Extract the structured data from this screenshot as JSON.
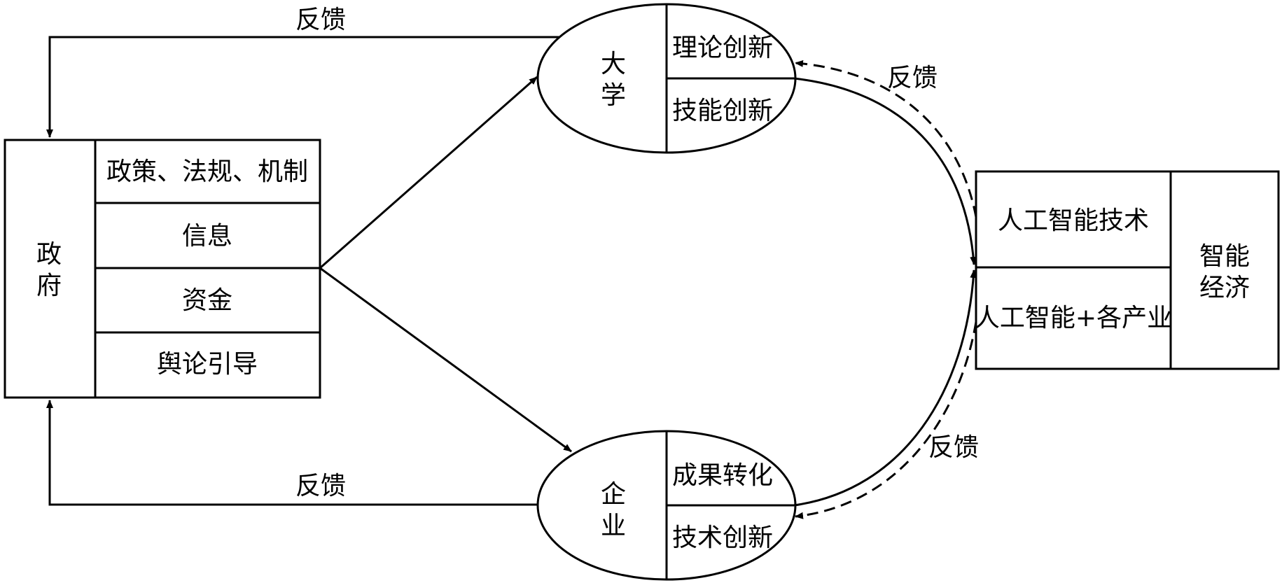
{
  "government": {
    "title_line1": "政",
    "title_line2": "府",
    "items": [
      "政策、法规、机制",
      "信息",
      "资金",
      "舆论引导"
    ]
  },
  "university": {
    "title_line1": "大",
    "title_line2": "学",
    "items": [
      "理论创新",
      "技能创新"
    ]
  },
  "enterprise": {
    "title_line1": "企",
    "title_line2": "业",
    "items": [
      "成果转化",
      "技术创新"
    ]
  },
  "smart_economy": {
    "title_line1": "智能",
    "title_line2": "经济",
    "items": [
      "人工智能技术",
      "人工智能+各产业"
    ]
  },
  "feedback_labels": {
    "top_left": "反馈",
    "bottom_left": "反馈",
    "top_right": "反馈",
    "bottom_right": "反馈"
  }
}
